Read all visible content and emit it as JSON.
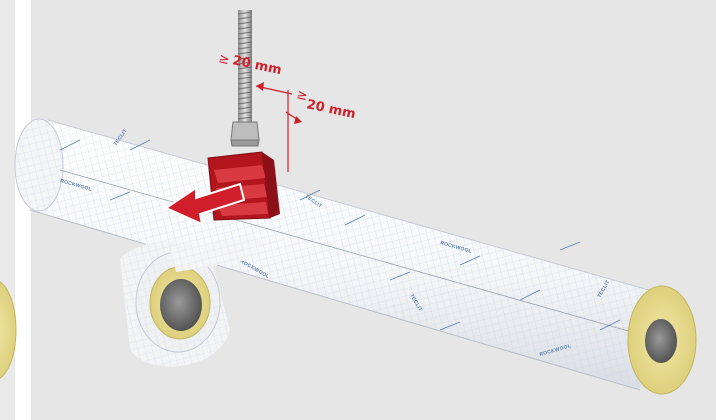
{
  "dimensions": {
    "symbol": "≥",
    "vertical_gap": {
      "value": "20",
      "unit": "mm"
    },
    "horizontal_gap": {
      "value": "20",
      "unit": "mm"
    }
  },
  "brands": {
    "rockwool": "ROCKWOOL",
    "teclit": "TECLIT"
  },
  "colors": {
    "accent_red": "#d01f2a",
    "clip_red": "#b3151d",
    "insulation_core": "#e6d98a",
    "pipe_hole": "#6b6b6b",
    "background": "#e6e6e6"
  },
  "icons": {
    "threaded_rod": "threaded-rod-icon",
    "direction_arrow": "arrow-left-icon",
    "tape_roll": "tape-roll-icon"
  }
}
